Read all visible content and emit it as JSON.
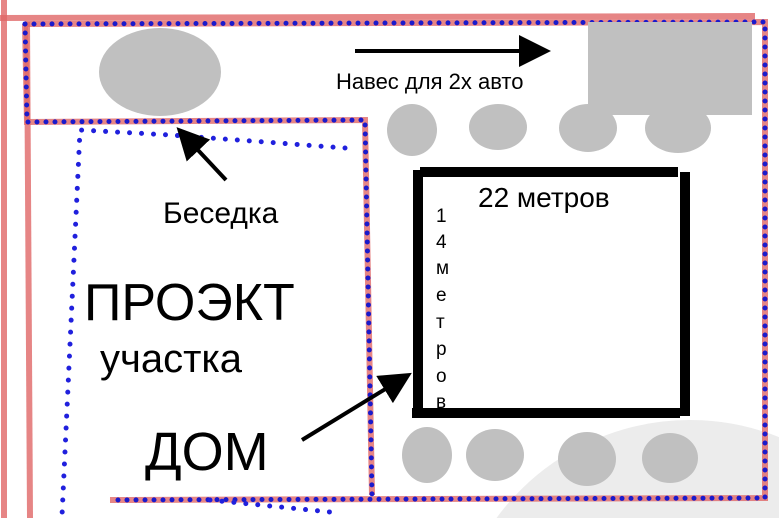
{
  "labels": {
    "carport": "Навес для 2х авто",
    "gazebo": "Беседка",
    "house_width": "22 метров",
    "house_depth_letters": [
      "1",
      "4",
      "м",
      "е",
      "т",
      "р",
      "о",
      "в"
    ],
    "project_line1": "ПРОЭКТ",
    "project_line2": "участка",
    "house": "ДОМ"
  },
  "colors": {
    "boundary": "#e06666",
    "dotted": "#1a1acc",
    "objects": "#c0c0c0",
    "house": "#000000"
  }
}
